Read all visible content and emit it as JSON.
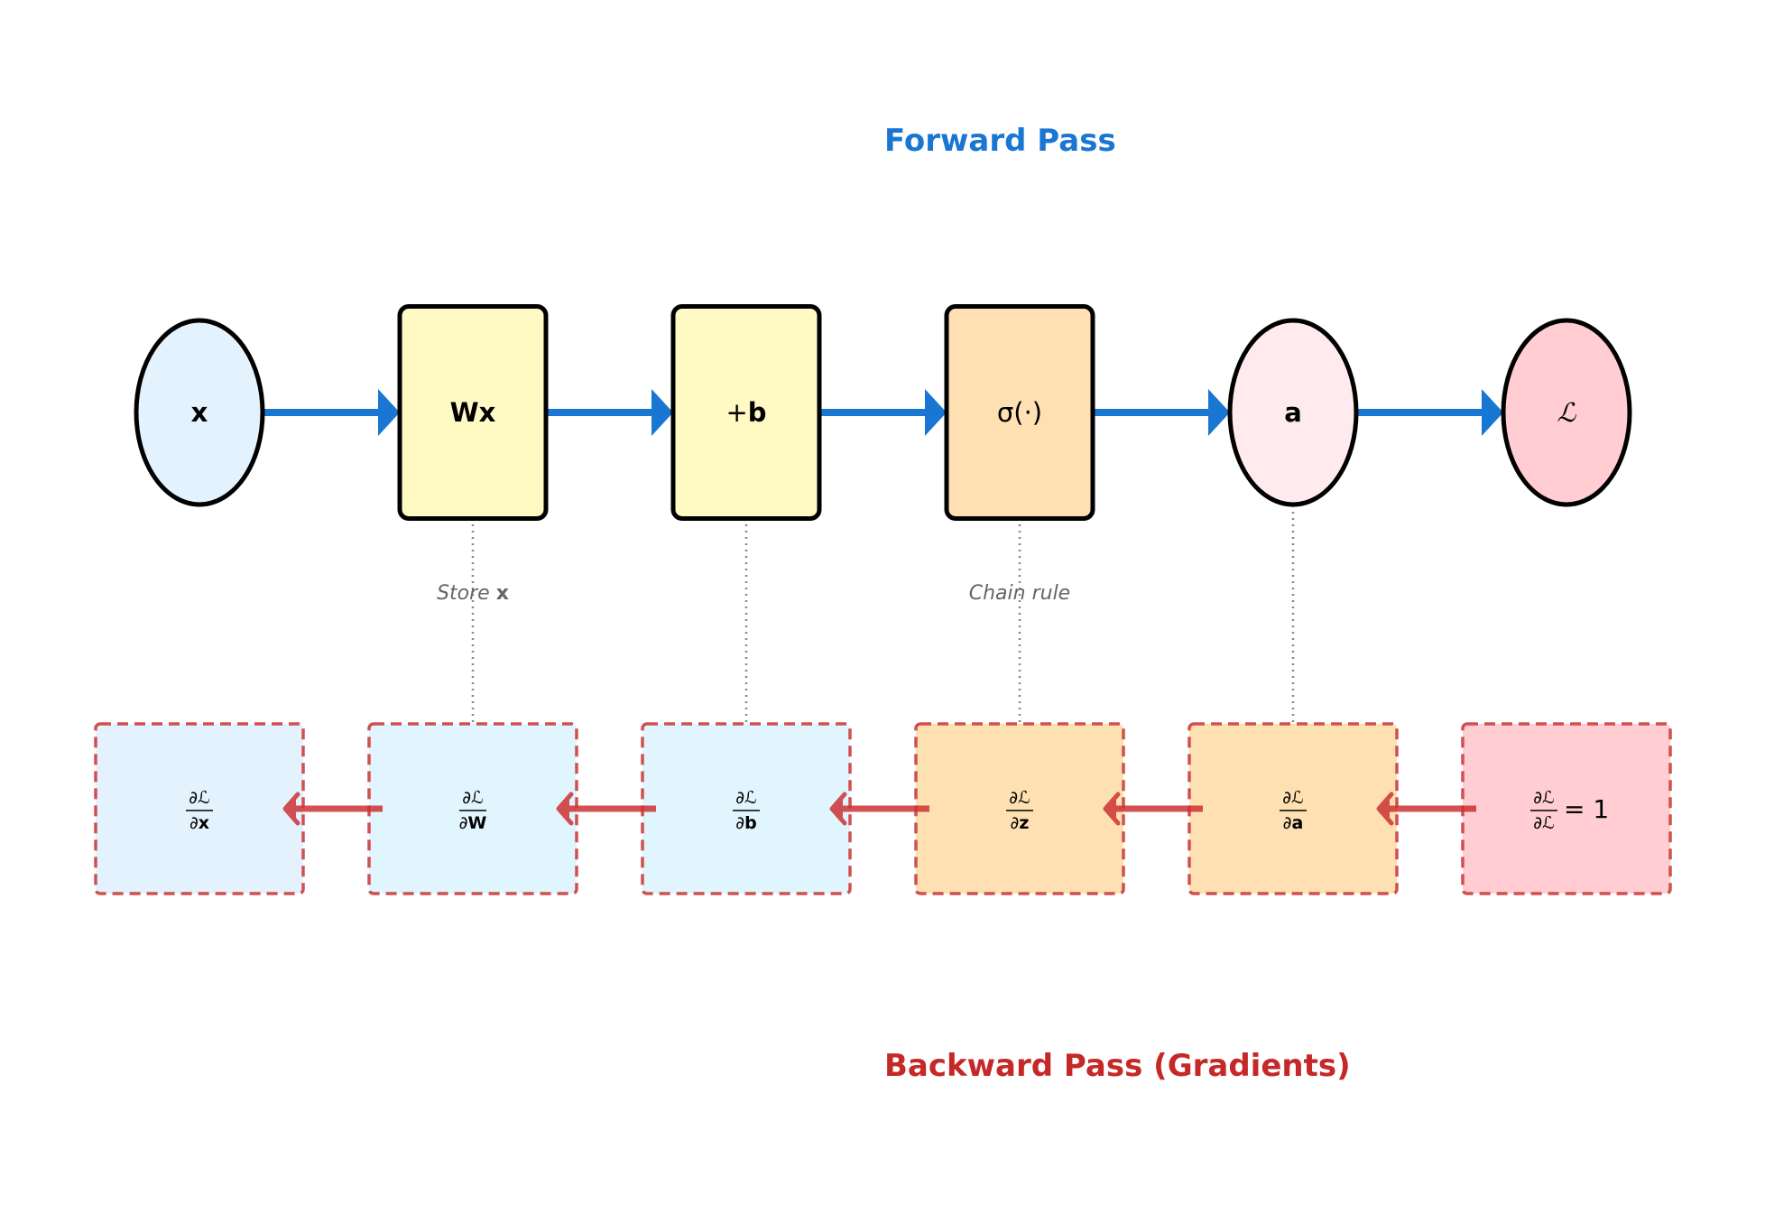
{
  "titles": {
    "forward": "Forward Pass",
    "backward": "Backward Pass (Gradients)"
  },
  "colors": {
    "forward_accent": "#1976d2",
    "backward_accent": "#c62828",
    "backward_border": "#d05050",
    "node_stroke": "#000000",
    "annotation_text": "#666666",
    "connector": "#888888"
  },
  "forward_nodes": [
    {
      "id": "x",
      "label": "x",
      "shape": "ellipse",
      "fill": "#e3f2fd",
      "style": "bold"
    },
    {
      "id": "wx",
      "label": "Wx",
      "shape": "rect",
      "fill": "#fff9c4",
      "style": "bold"
    },
    {
      "id": "plus-b",
      "label": "+b",
      "shape": "rect",
      "fill": "#fff9c4",
      "style": "bold-b"
    },
    {
      "id": "sigma",
      "label": "σ(·)",
      "shape": "rect",
      "fill": "#ffe0b2",
      "style": "math"
    },
    {
      "id": "a",
      "label": "a",
      "shape": "ellipse",
      "fill": "#ffebee",
      "style": "bold"
    },
    {
      "id": "loss",
      "label": "ℒ",
      "shape": "ellipse",
      "fill": "#ffcdd2",
      "style": "script"
    }
  ],
  "plus_b": {
    "plus": "+",
    "b": "b"
  },
  "annotations": [
    {
      "node_index": 1,
      "text": "Store ",
      "bold_text": "x"
    },
    {
      "node_index": 3,
      "text": "Chain rule",
      "bold_text": ""
    }
  ],
  "connectors": [
    1,
    2,
    3,
    4
  ],
  "gradient_nodes": [
    {
      "id": "dx",
      "numerator": "∂ℒ",
      "den_prefix": "∂",
      "den_var": "x",
      "suffix": "",
      "fill": "#e3f2fd"
    },
    {
      "id": "dw",
      "numerator": "∂ℒ",
      "den_prefix": "∂",
      "den_var": "W",
      "suffix": "",
      "fill": "#e1f5fe"
    },
    {
      "id": "db",
      "numerator": "∂ℒ",
      "den_prefix": "∂",
      "den_var": "b",
      "suffix": "",
      "fill": "#e1f5fe"
    },
    {
      "id": "dz",
      "numerator": "∂ℒ",
      "den_prefix": "∂",
      "den_var": "z",
      "suffix": "",
      "fill": "#ffe0b2"
    },
    {
      "id": "da",
      "numerator": "∂ℒ",
      "den_prefix": "∂",
      "den_var": "a",
      "suffix": "",
      "fill": "#ffe0b2"
    },
    {
      "id": "dl",
      "numerator": "∂ℒ",
      "den_prefix": "∂ℒ",
      "den_var": "",
      "suffix": "= 1",
      "fill": "#ffcdd2"
    }
  ]
}
